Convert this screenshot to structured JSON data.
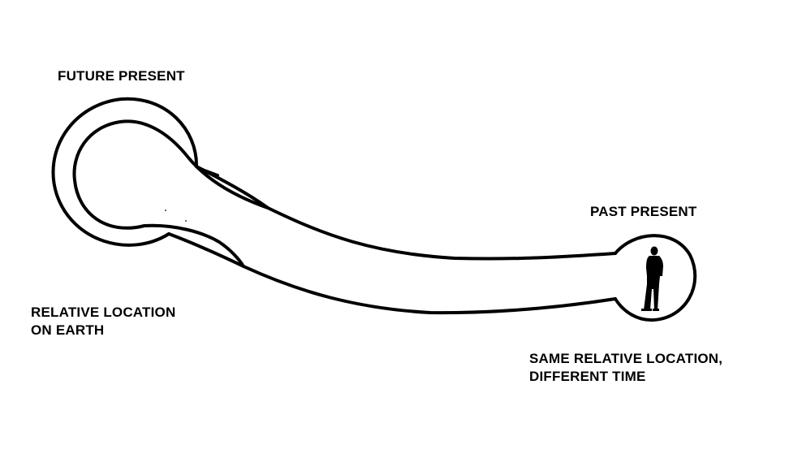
{
  "labels": {
    "future_present": "FUTURE PRESENT",
    "past_present": "PAST PRESENT",
    "relative_location_line1": "RELATIVE LOCATION",
    "relative_location_line2": "ON EARTH",
    "same_location_line1": "SAME RELATIVE LOCATION,",
    "same_location_line2": "DIFFERENT TIME"
  },
  "colors": {
    "stroke": "#000000",
    "background": "#ffffff"
  },
  "icons": {
    "person": "person-silhouette-icon"
  }
}
